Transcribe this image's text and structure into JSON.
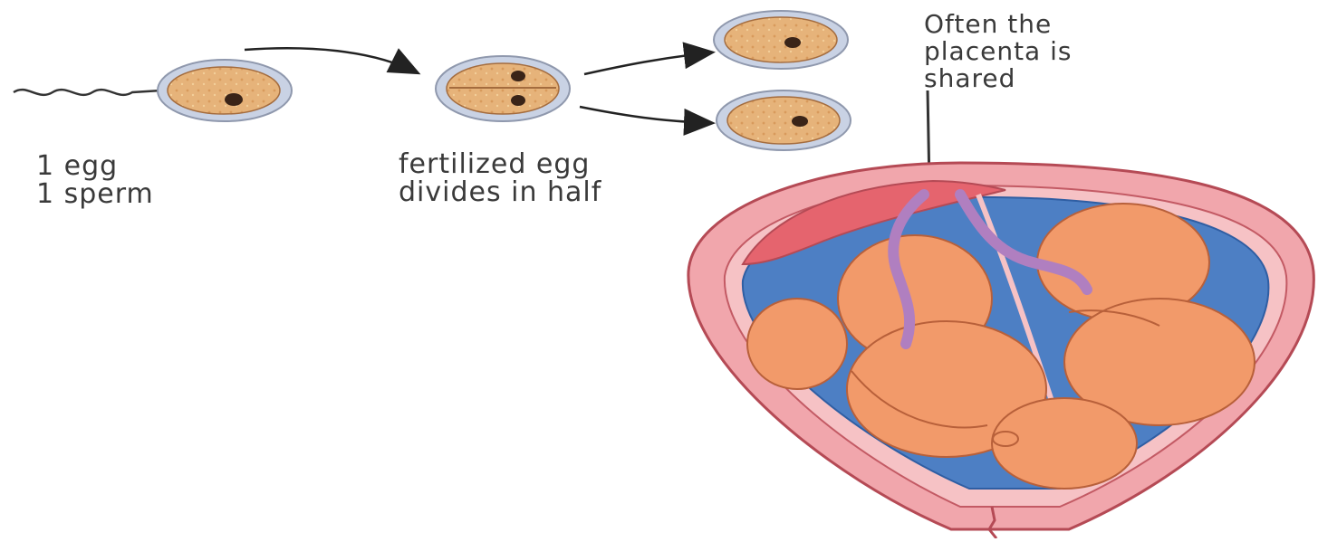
{
  "labels": {
    "egg_sperm": [
      "1 egg",
      "1 sperm"
    ],
    "divides": [
      "fertilized egg",
      "divides in half"
    ],
    "placenta": [
      "Often the",
      "placenta is",
      "shared"
    ]
  },
  "colors": {
    "zona_outer": "#c9d2e4",
    "cytoplasm": "#e6b37a",
    "nucleus": "#3a2418",
    "uterus_wall": "#f1a6ac",
    "uterus_outline": "#b54a55",
    "amniotic_fluid": "#4d7fc4",
    "placenta": "#e5646e",
    "fetus_skin": "#f29a6a",
    "cord": "#b07fc0"
  }
}
